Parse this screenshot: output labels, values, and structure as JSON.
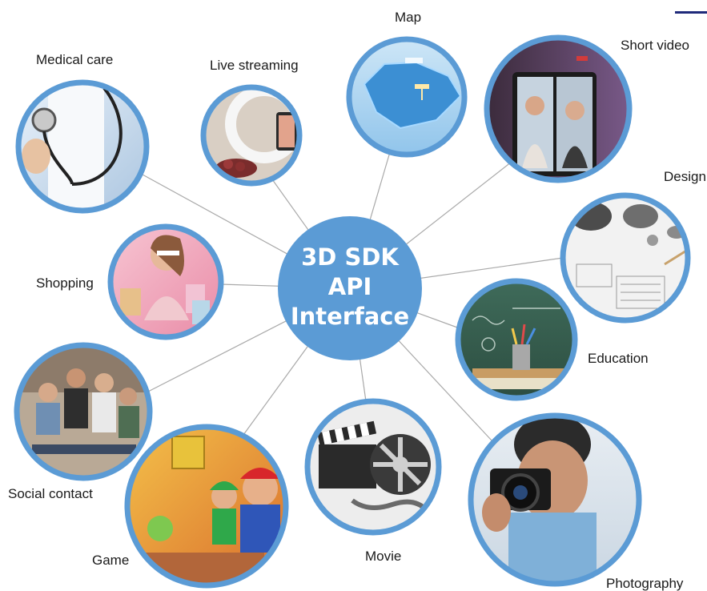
{
  "hub": {
    "lines": [
      "3D SDK",
      "API",
      "Interface"
    ],
    "color": "#5b9bd5"
  },
  "colors": {
    "ring": "#5b9bd5",
    "connector": "#a9a9a9",
    "accent_bar": "#1f2a7a"
  },
  "nodes": [
    {
      "id": "medical-care",
      "label": "Medical care",
      "icon": "stethoscope-icon"
    },
    {
      "id": "live-streaming",
      "label": "Live streaming",
      "icon": "ring-light-phone-icon"
    },
    {
      "id": "map",
      "label": "Map",
      "icon": "3d-map-icon"
    },
    {
      "id": "short-video",
      "label": "Short video",
      "icon": "phone-video-icon"
    },
    {
      "id": "design",
      "label": "Design",
      "icon": "drafting-icon"
    },
    {
      "id": "shopping",
      "label": "Shopping",
      "icon": "shopping-bags-icon"
    },
    {
      "id": "education",
      "label": "Education",
      "icon": "chalkboard-icon"
    },
    {
      "id": "social-contact",
      "label": "Social contact",
      "icon": "friends-phones-icon"
    },
    {
      "id": "game",
      "label": "Game",
      "icon": "game-characters-icon"
    },
    {
      "id": "movie",
      "label": "Movie",
      "icon": "clapperboard-reel-icon"
    },
    {
      "id": "photography",
      "label": "Photography",
      "icon": "camera-icon"
    }
  ]
}
